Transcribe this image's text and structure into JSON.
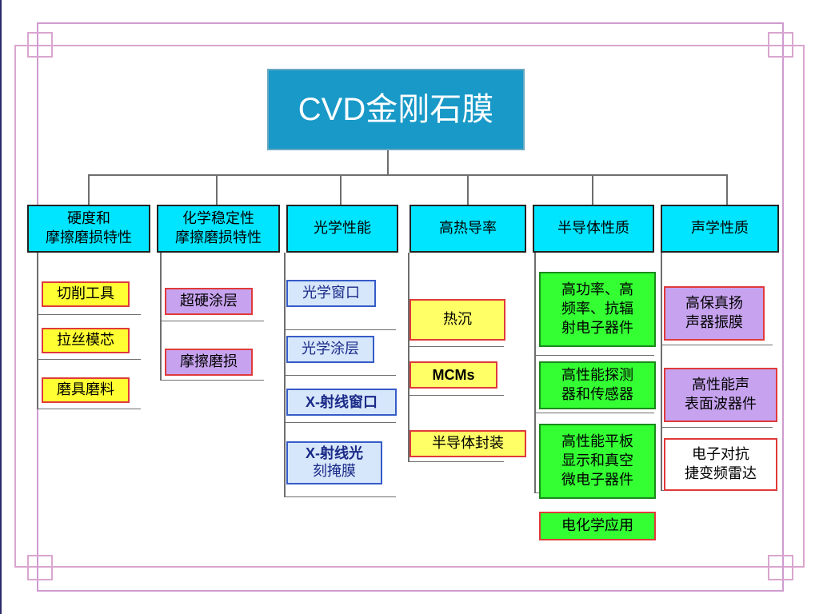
{
  "root": {
    "label": "CVD金刚石膜"
  },
  "categories": [
    {
      "label_line1": "硬度和",
      "label_line2": "摩擦磨损特性"
    },
    {
      "label_line1": "化学稳定性",
      "label_line2": "摩擦磨损特性"
    },
    {
      "label_line1": "光学性能",
      "label_line2": ""
    },
    {
      "label_line1": "高热导率",
      "label_line2": ""
    },
    {
      "label_line1": "半导体性质",
      "label_line2": ""
    },
    {
      "label_line1": "声学性质",
      "label_line2": ""
    }
  ],
  "hardness": [
    "切削工具",
    "拉丝模芯",
    "磨具磨料"
  ],
  "chemical": [
    "超硬涂层",
    "摩擦磨损"
  ],
  "optical": [
    "光学窗口",
    "光学涂层",
    "X-射线窗口",
    "X-射线光",
    "刻掩膜"
  ],
  "thermal": [
    "热沉",
    "MCMs",
    "半导体封装"
  ],
  "semiconductor": [
    [
      "高功率、高",
      "频率、抗辐",
      "射电子器件"
    ],
    [
      "高性能探测",
      "器和传感器"
    ],
    [
      "高性能平板",
      "显示和真空",
      "微电子器件"
    ],
    [
      "电化学应用"
    ]
  ],
  "acoustic": [
    [
      "高保真扬",
      "声器振膜"
    ],
    [
      "高性能声",
      "表面波器件"
    ],
    [
      "电子对抗",
      "捷变频雷达"
    ]
  ],
  "colors": {
    "root_bg": "#1899c8",
    "category_bg": "#00e5ff",
    "yellow": "#ffff33",
    "lilac": "#c7a3ef",
    "light_blue": "#d6e6fb",
    "green": "#33ff33",
    "frame": "#d9a6cf"
  }
}
